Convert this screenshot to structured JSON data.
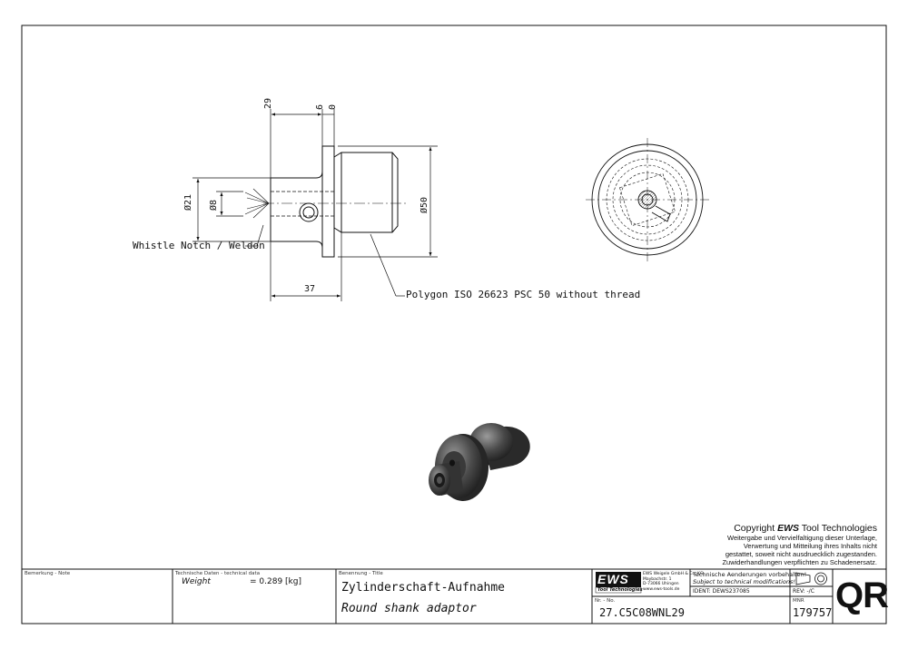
{
  "dimensions": {
    "d29": "29",
    "d6": "6",
    "d0": "0",
    "d21": "Ø21",
    "d8": "Ø8",
    "d50": "Ø50",
    "d37": "37"
  },
  "callouts": {
    "whistle": "Whistle Notch / Weldon",
    "polygon": "Polygon ISO 26623 PSC 50 without thread"
  },
  "copyright": {
    "prefix": "Copyright ",
    "brand": "EWS",
    "suffix": " Tool Technologies",
    "lines": [
      "Weitergabe und Vervielfaltigung dieser Unterlage,",
      "Verwertung und Mitteilung ihres Inhalts nicht",
      "gestattet, soweit nicht ausdruecklich zugestanden.",
      "Zuwiderhandlungen verpflichten zu Schadenersatz."
    ]
  },
  "title_block": {
    "note_label": "Bemerkung - Note",
    "tech_label": "Technische Daten - technical data",
    "weight_label": "Weight",
    "weight_value": "= 0.289 [kg]",
    "title_label": "Benennung - Title",
    "title_de": "Zylinderschaft-Aufnahme",
    "title_en": "Round shank adaptor",
    "logo": "EWS",
    "logo_sub": "Tool Technologies",
    "company_lines": [
      "EWS Weigele GmbH & Co. KG",
      "Maybachstr. 1",
      "D-73066 Uhingen",
      "www.ews-tools.de"
    ],
    "number_label": "Nr. - No.",
    "number": "27.C5C08WNL29",
    "changes_de": "Technische Aenderungen vorbehalten!",
    "changes_en": "Subject to technical modifications!",
    "ident": "IDENT: DEWS237085",
    "rev": "REV: -/C",
    "mnr_label": "MNR",
    "mnr": "179757",
    "qr": "QR"
  }
}
